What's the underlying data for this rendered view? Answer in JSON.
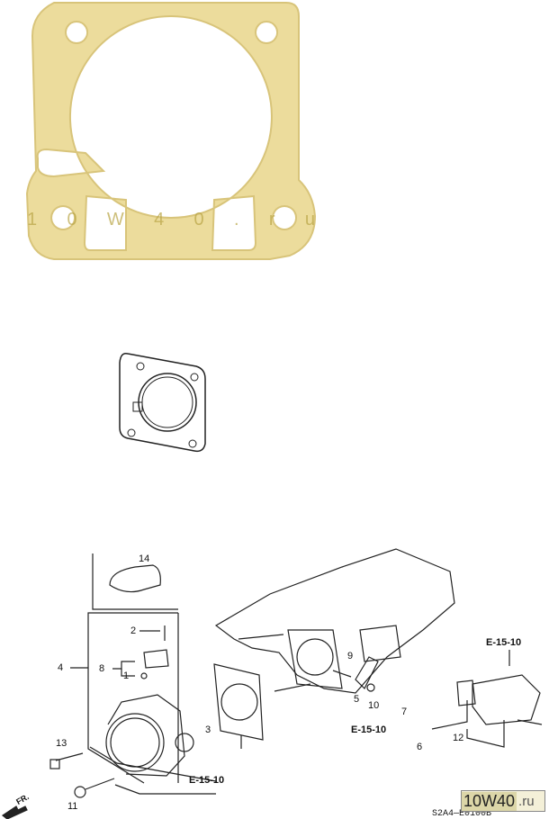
{
  "watermark": "10W40.ru",
  "logo": {
    "main": "10W40",
    "suffix": ".ru"
  },
  "diagram": {
    "callouts": [
      "14",
      "2",
      "8",
      "1",
      "4",
      "3",
      "9",
      "5",
      "10",
      "7",
      "6",
      "12",
      "13",
      "11"
    ],
    "refs": [
      "E-15-10",
      "E-15-10",
      "E-15-10"
    ],
    "front_label": "FR.",
    "code": "S2A4—E0100B"
  },
  "colors": {
    "gasket": "#ecdc9c",
    "gasket_edge": "#d8c47a",
    "line": "#222222"
  }
}
